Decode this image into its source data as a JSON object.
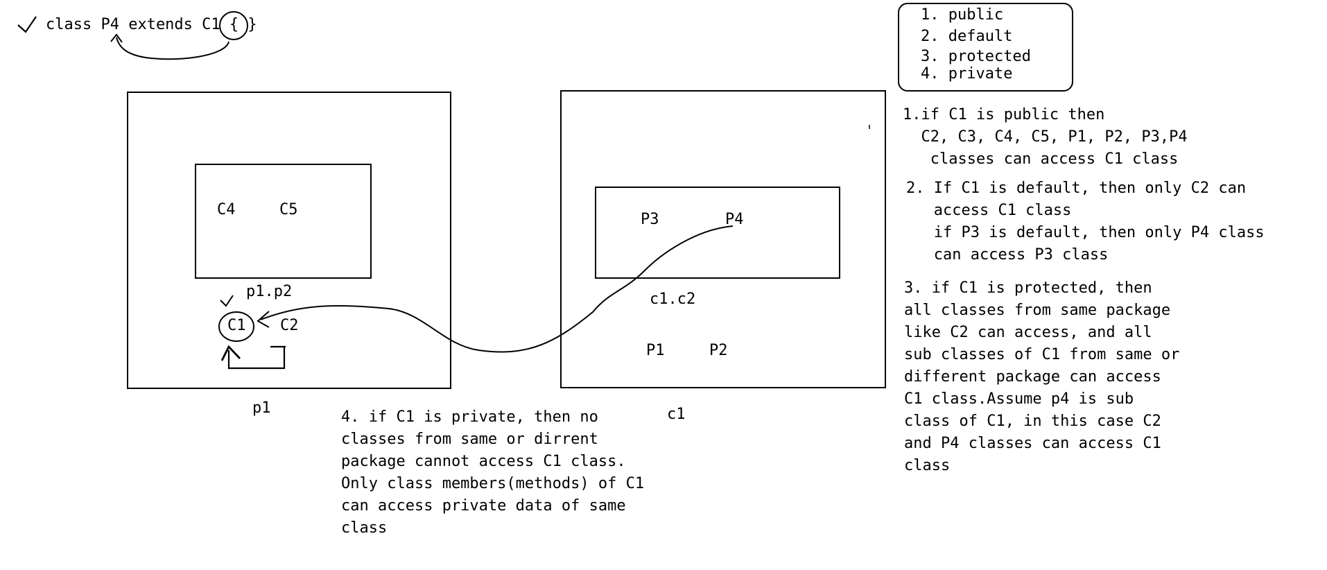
{
  "header": {
    "code_line": "class P4 extends C1 { }"
  },
  "modifiers": {
    "items": [
      "1. public",
      "2. default",
      "3. protected",
      "4. private"
    ]
  },
  "package_p1": {
    "label": "p1",
    "subpackage_label": "p1.p2",
    "sub_classes": [
      "C4",
      "C5"
    ],
    "classes": [
      "C1",
      "C2"
    ]
  },
  "package_c1": {
    "label": "c1",
    "subpackage_label": "c1.c2",
    "sub_classes": [
      "P3",
      "P4"
    ],
    "classes": [
      "P1",
      "P2"
    ]
  },
  "notes": {
    "public": [
      "1.if C1 is public then",
      "  C2, C3, C4, C5, P1, P2, P3,P4",
      "   classes can access C1 class"
    ],
    "default": [
      "2. If C1 is default, then only C2 can",
      "   access C1 class",
      "   if P3 is default, then only P4 class",
      "   can access P3 class"
    ],
    "protected": [
      "3. if C1 is protected, then",
      "all classes from same package",
      "like C2 can access, and all",
      "sub classes of C1 from same or",
      "different package can access",
      "C1 class.Assume p4 is sub",
      "class of C1, in this case C2",
      "and P4 classes can access C1",
      "class"
    ],
    "private": [
      "4. if C1 is private, then no",
      "classes from same or dirrent",
      "package cannot access C1 class.",
      "Only class members(methods) of C1",
      "can access private data of same",
      "class"
    ]
  }
}
